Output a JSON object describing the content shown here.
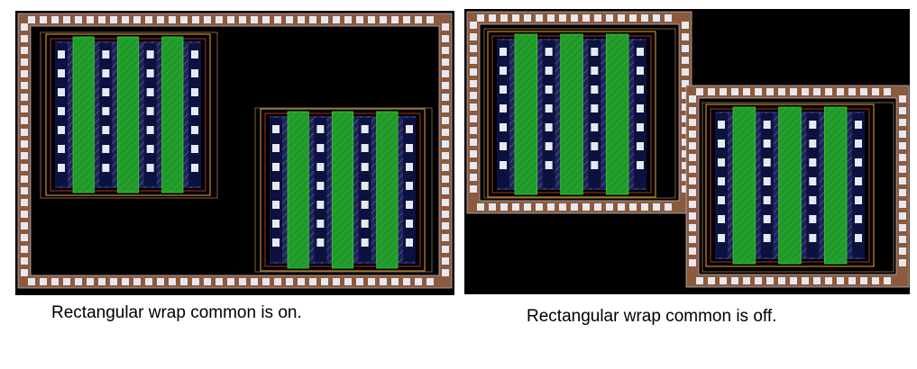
{
  "panels": [
    {
      "id": "wrap-on",
      "caption": "Rectangular wrap common is on."
    },
    {
      "id": "wrap-off",
      "caption": "Rectangular wrap common is off."
    }
  ],
  "colors": {
    "background": "#000000",
    "ring_outline": "#8c5a3c",
    "ring_fill": "#1a1a2e",
    "contact": "#e8e8f0",
    "device_outline": "#c88a2a",
    "well": "#1c2266",
    "diffusion_hatch": "#8a6a3a",
    "poly_gate": "#1f9a2a",
    "poly_edge": "#3acb3a",
    "caption_text": "#000000"
  }
}
